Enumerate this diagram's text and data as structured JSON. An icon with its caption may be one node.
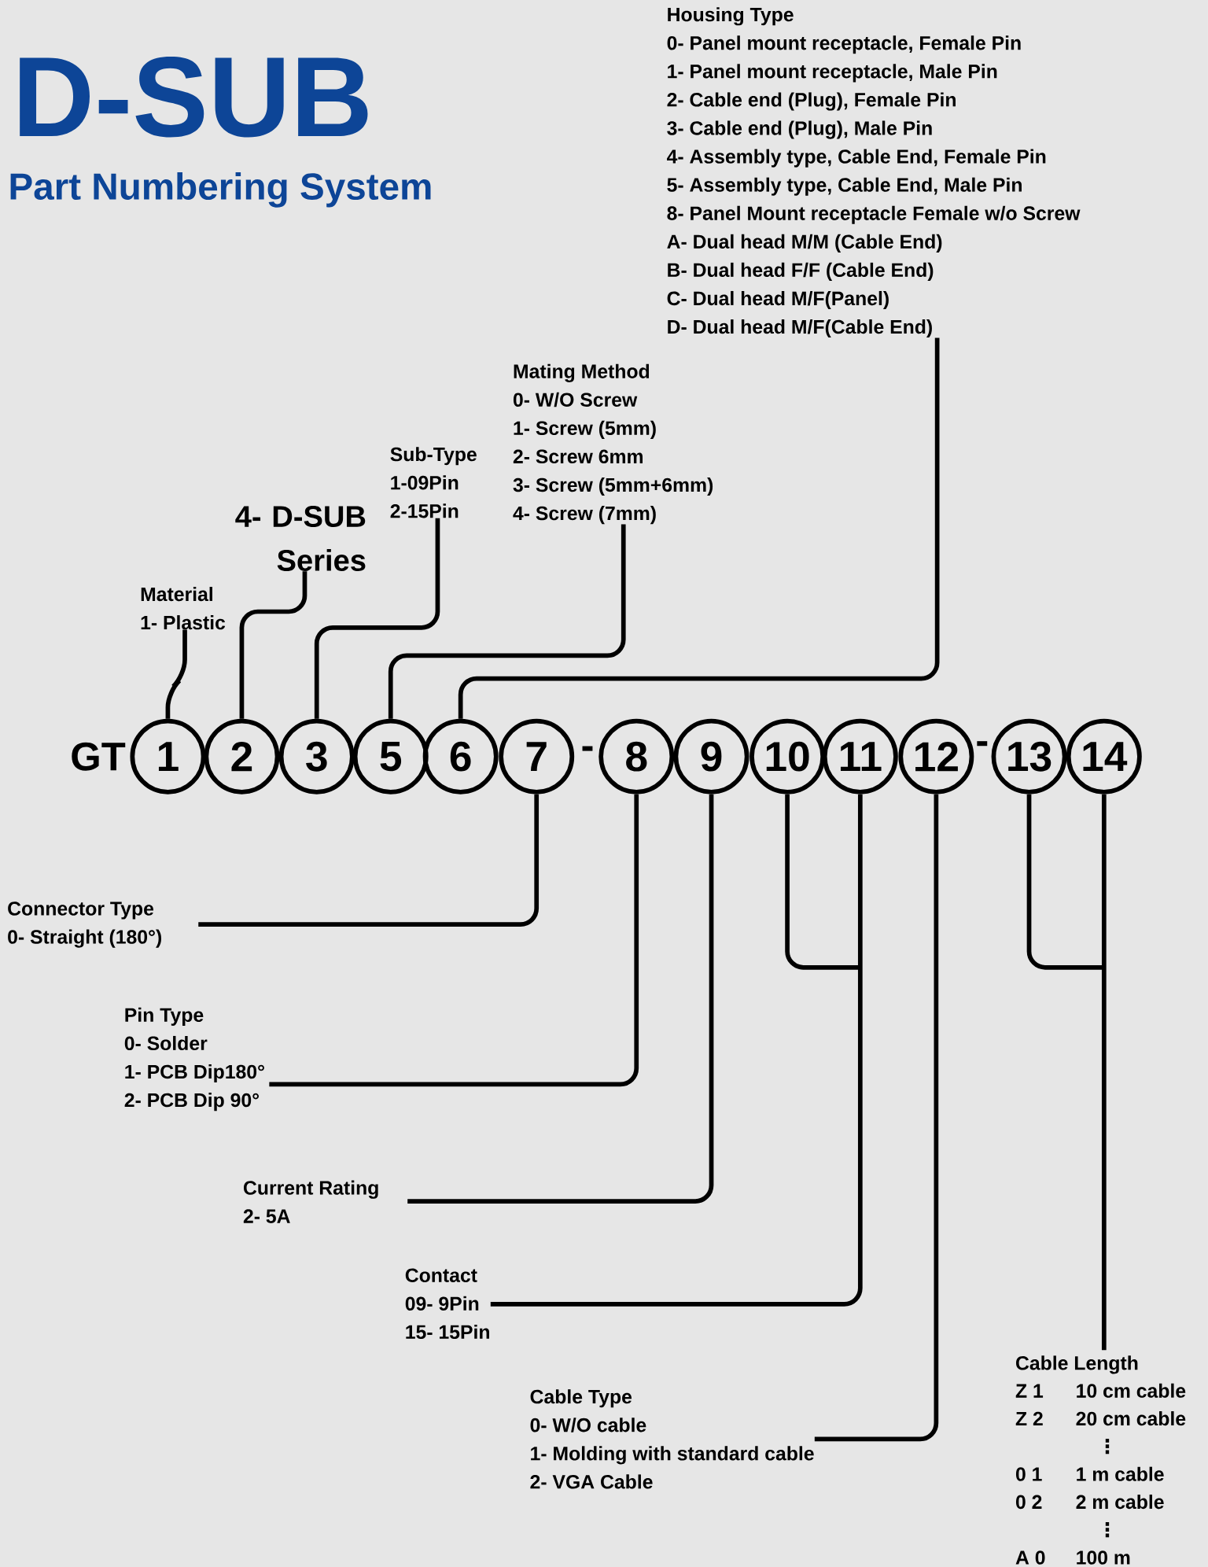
{
  "diagram": {
    "title": "D-SUB",
    "nodes": [
      {
        "text": [
          "Housing Type",
          "0- Panel mount receptacle, Female Pin",
          "1- Panel mount receptacle, Male Pin",
          "2- Cable end (Plug), Female Pin",
          "3- Cable end (Plug), Male Pin",
          "4- Assembly type, Cable End, Female Pin",
          "5- Assembly type, Cable End, Male Pin",
          "8- Panel Mount receptacle Female w/o Screw",
          "A- Dual head M/M (Cable End)",
          "B- Dual head F/F (Cable End)",
          "C- Dual head M/F(Panel)",
          "D- Dual head M/F(Cable End)"
        ]
      },
      {
        "text": [
          "Mating Method",
          "0- W/O Screw",
          "1- Screw (5mm)",
          "2- Screw 6mm",
          "3- Screw (5mm+6mm)",
          "4- Screw (7mm)"
        ]
      },
      {
        "text": [
          "Sub-Type",
          "1-09Pin",
          "2-15Pin"
        ]
      },
      {
        "text": [
          "4- D-SUB Series"
        ]
      },
      {
        "text": [
          "Material",
          "1- Plastic"
        ]
      },
      {
        "text": [
          "1"
        ]
      },
      {
        "text": [
          "2"
        ]
      },
      {
        "text": [
          "3"
        ]
      },
      {
        "text": [
          "5"
        ]
      },
      {
        "text": [
          "6"
        ]
      },
      {
        "text": [
          "7"
        ]
      },
      {
        "text": [
          "8"
        ]
      },
      {
        "text": [
          "9"
        ]
      },
      {
        "text": [
          "10"
        ]
      },
      {
        "text": [
          "11"
        ]
      },
      {
        "text": [
          "12"
        ]
      },
      {
        "text": [
          "13"
        ]
      },
      {
        "text": [
          "14"
        ]
      },
      {
        "text": [
          "Connector Type",
          "0- Straight (180°)"
        ]
      },
      {
        "text": [
          "Pin Type",
          "0- Solder",
          "1- PCB Dip180°",
          "2- PCB Dip 90°"
        ]
      },
      {
        "text": [
          "Current Rating",
          "2- 5A"
        ]
      },
      {
        "text": [
          "Contact",
          "09- 9Pin",
          "15- 15Pin"
        ]
      },
      {
        "text": [
          "Cable Type",
          "0- W/O cable",
          "1- Molding with standard cable",
          "2- VGA Cable"
        ]
      },
      {
        "text": [
          "Cable Length",
          "Z 1",
          "10 cm cable",
          "Z 2",
          "20 cm cable",
          "⋮",
          "0 1",
          "1 m cable",
          "0 2",
          "2 m cable",
          "⋮",
          "A 0",
          "100 m"
        ]
      }
    ],
    "edges": [
      {
        "from": 5,
        "to": 4,
        "arrow": "none"
      },
      {
        "from": 6,
        "to": 3,
        "arrow": "none"
      },
      {
        "from": 7,
        "to": 2,
        "arrow": "none"
      },
      {
        "from": 8,
        "to": 1,
        "arrow": "none"
      },
      {
        "from": 9,
        "to": 0,
        "arrow": "none"
      },
      {
        "from": 10,
        "to": 18,
        "arrow": "none"
      },
      {
        "from": 11,
        "to": 19,
        "arrow": "none"
      },
      {
        "from": 12,
        "to": 20,
        "arrow": "none"
      },
      {
        "from": 13,
        "to": 21,
        "arrow": "none"
      },
      {
        "from": 14,
        "to": 21,
        "arrow": "none"
      },
      {
        "from": 15,
        "to": 22,
        "arrow": "none"
      },
      {
        "from": 16,
        "to": 23,
        "arrow": "none"
      },
      {
        "from": 17,
        "to": 23,
        "arrow": "none"
      }
    ],
    "labels": [
      "Part Numbering System",
      "GT",
      "-",
      "-"
    ]
  }
}
